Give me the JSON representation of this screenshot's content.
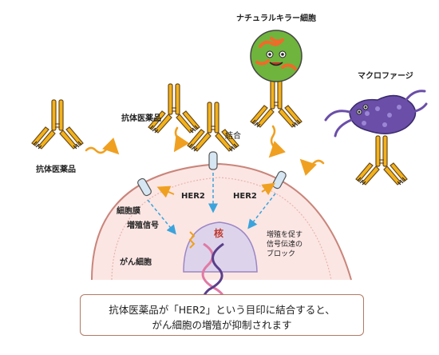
{
  "labels": {
    "nk_cell": "ナチュラルキラー細胞",
    "macrophage": "マクロファージ",
    "antibody_drug_top": "抗体医薬品",
    "antibody_drug_left": "抗体医薬品",
    "binding": "結合",
    "her2_left": "HER2",
    "her2_right": "HER2",
    "cell_membrane": "細胞膜",
    "proliferation_signal": "増殖信号",
    "cancer_cell": "がん細胞",
    "nucleus": "核",
    "block_line1": "増殖を促す",
    "block_line2": "信号伝達の",
    "block_line3": "ブロック"
  },
  "caption": {
    "line1": "抗体医薬品が「HER2」という目印に結合すると、",
    "line2": "がん細胞の増殖が抑制されます"
  },
  "colors": {
    "antibody_body": "#f3b21c",
    "antibody_outline": "#6b4a1a",
    "cell_fill": "#fbe6e4",
    "cell_outline": "#c9857a",
    "nucleus_fill": "#ddd4ec",
    "receptor_fill": "#d6e6f2",
    "arrow_blue": "#3ba3dc",
    "arrow_orange": "#f0a020",
    "nk_green": "#6fb43c",
    "nk_orange": "#f06a2a",
    "macrophage_purple": "#6a4ea8",
    "dna_pink": "#e07aa4",
    "dna_purple": "#5a3f8a"
  }
}
